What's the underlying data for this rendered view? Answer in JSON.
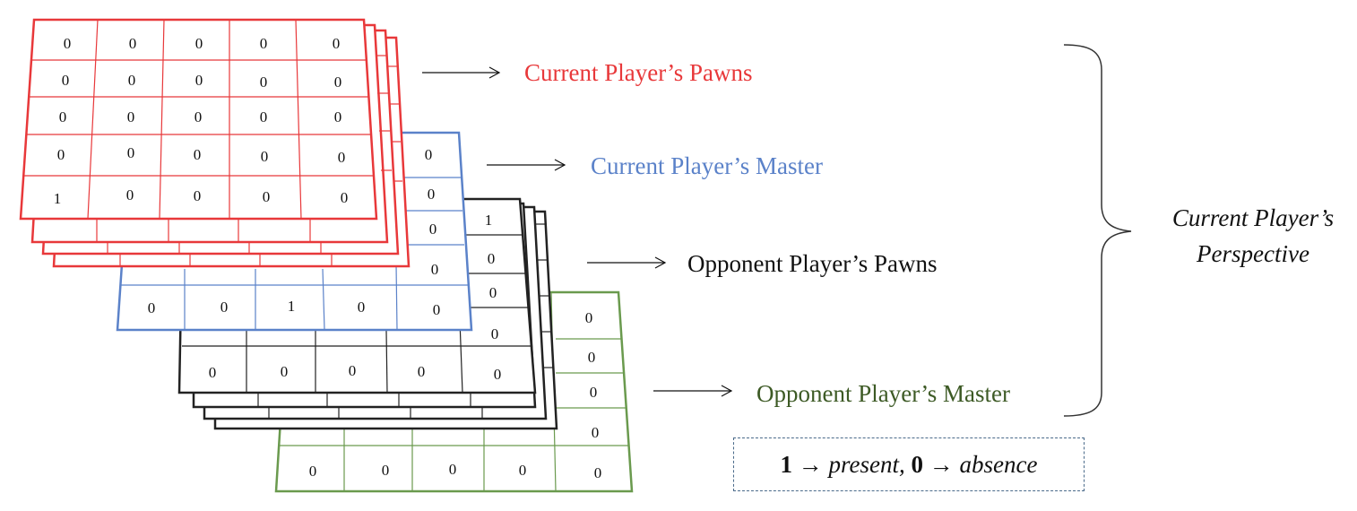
{
  "colors": {
    "current_pawns": "#e8383a",
    "current_master": "#5b82c9",
    "opponent_pawns": "#222222",
    "opponent_master": "#6a9a4e",
    "opponent_master_label": "#3d5a25"
  },
  "layers": {
    "current_pawns": {
      "label": "Current Player’s Pawns",
      "grid": [
        [
          "0",
          "0",
          "0",
          "0",
          "0"
        ],
        [
          "0",
          "0",
          "0",
          "0",
          "0"
        ],
        [
          "0",
          "0",
          "0",
          "0",
          "0"
        ],
        [
          "0",
          "0",
          "0",
          "0",
          "0"
        ],
        [
          "1",
          "0",
          "0",
          "0",
          "0"
        ]
      ]
    },
    "current_master": {
      "label": "Current Player’s Master",
      "right_col": [
        "0",
        "0",
        "0",
        "0"
      ],
      "bottom_row": [
        "0",
        "0",
        "1",
        "0",
        "0"
      ]
    },
    "opponent_pawns": {
      "label": "Opponent Player’s Pawns",
      "right_col": [
        "1",
        "0",
        "0",
        "0"
      ],
      "bottom_row": [
        "0",
        "0",
        "0",
        "0",
        "0"
      ]
    },
    "opponent_master": {
      "label": "Opponent Player’s Master",
      "right_col": [
        "0",
        "0",
        "0",
        "0"
      ],
      "bottom_row": [
        "0",
        "0",
        "0",
        "0",
        "0"
      ]
    }
  },
  "perspective": {
    "line1": "Current Player’s",
    "line2": "Perspective"
  },
  "legend": {
    "one": "1",
    "arrow": "→",
    "present": "present,",
    "zero": "0",
    "absence": "absence"
  }
}
